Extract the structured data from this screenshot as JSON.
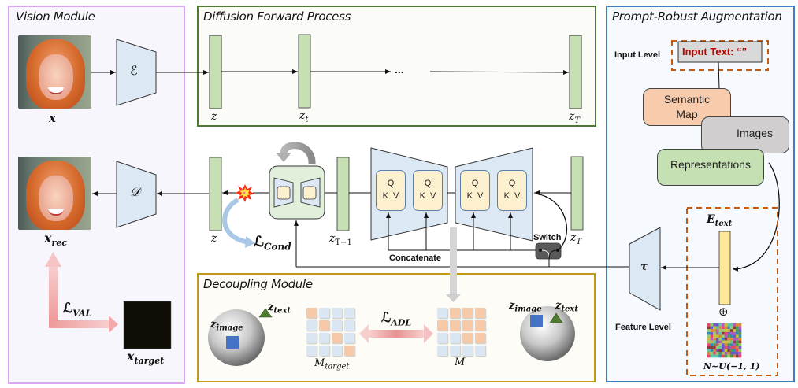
{
  "panels": {
    "vision": {
      "title": "Vision Module"
    },
    "diffusion": {
      "title": "Diffusion Forward Process"
    },
    "decoupling": {
      "title": "Decoupling Module"
    },
    "prompt": {
      "title": "Prompt-Robust Augmentation"
    }
  },
  "vision": {
    "input_label": "x",
    "encoder_symbol": "ℰ",
    "decoder_symbol": "𝒟",
    "recon_label": "x",
    "recon_sub": "rec",
    "loss_label": "ℒ",
    "loss_sub": "VAL",
    "target_label": "x",
    "target_sub": "target"
  },
  "diffusion": {
    "latents": [
      {
        "label": "z",
        "sub": ""
      },
      {
        "label": "z",
        "sub": "t"
      },
      {
        "label": "z",
        "sub": "T"
      }
    ],
    "ellipsis": "..."
  },
  "denoise": {
    "z_label": "z",
    "z_prev_label": "z",
    "z_prev_sub": "T−1",
    "zT_label": "z",
    "zT_sub": "T",
    "cond_loss": "ℒ",
    "cond_loss_sub": "Cond",
    "attention_blocks": [
      {
        "q": "Q",
        "kv": "K  V"
      },
      {
        "q": "Q",
        "kv": "K  V"
      },
      {
        "q": "Q",
        "kv": "K  V"
      },
      {
        "q": "Q",
        "kv": "K  V"
      }
    ],
    "concatenate_label": "Concatenate",
    "switch_label": "Switch"
  },
  "decoupling": {
    "left_sphere": {
      "image_label": "z",
      "image_sub": "image",
      "text_label": "z",
      "text_sub": "text"
    },
    "right_sphere": {
      "image_label": "z",
      "image_sub": "image",
      "text_label": "z",
      "text_sub": "text"
    },
    "m_target_label": "M",
    "m_target_sub": "target",
    "m_label": "M",
    "adl_loss": "ℒ",
    "adl_loss_sub": "ADL",
    "m_target_matrix": [
      [
        1,
        0,
        0,
        0
      ],
      [
        0,
        1,
        0,
        0
      ],
      [
        0,
        0,
        1,
        0
      ],
      [
        0,
        0,
        0,
        1
      ]
    ],
    "m_matrix": [
      [
        0,
        1,
        1,
        1
      ],
      [
        1,
        1,
        1,
        1
      ],
      [
        0,
        0,
        1,
        1
      ],
      [
        0,
        0,
        0,
        0
      ]
    ],
    "colors": {
      "on": "#f8c9a8",
      "off": "#dae6f4"
    }
  },
  "prompt": {
    "input_level_label": "Input Level",
    "input_text": "Input Text: “”",
    "semantic_map": "Semantic Map",
    "images": "Images",
    "representations": "Representations",
    "e_text_label": "E",
    "e_text_sub": "text",
    "tau_symbol": "τ",
    "feature_level_label": "Feature Level",
    "oplus": "⊕",
    "noise_label": "N~U(−1, 1)"
  },
  "colors": {
    "latent_green": "#c6e0b4",
    "encoder_blue": "#dce8f4",
    "attention_yellow": "#fdf0cf",
    "text_bar_yellow": "#ffe699",
    "dashed_orange": "#c55a11",
    "input_text_red": "#c00000"
  }
}
